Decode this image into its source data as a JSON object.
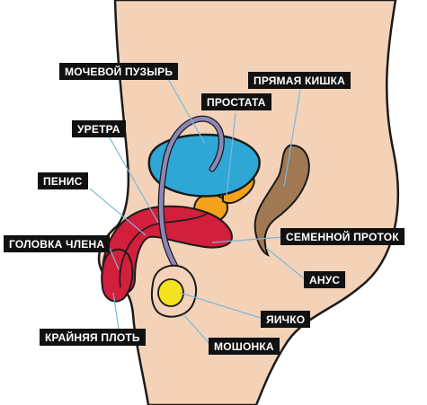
{
  "labels": {
    "bladder": "МОЧЕВОЙ ПУЗЫРЬ",
    "rectum": "ПРЯМАЯ КИШКА",
    "prostate": "ПРОСТАТА",
    "urethra": "УРЕТРА",
    "penis": "ПЕНИС",
    "glans": "ГОЛОВКА ЧЛЕНА",
    "vas_deferens": "СЕМЕННОЙ ПРОТОК",
    "anus": "АНУС",
    "testicle": "ЯИЧКО",
    "scrotum": "МОШОНКА",
    "foreskin": "КРАЙНЯЯ ПЛОТЬ"
  },
  "colors": {
    "skin": "#f3d2b8",
    "outline": "#1a1a1a",
    "bladder": "#2fa7d6",
    "prostate": "#f2a21b",
    "vas": "#8d87b8",
    "erectile": "#d21f3c",
    "rectum": "#a07852",
    "testicle": "#f5e21e",
    "label_bg": "#111111",
    "label_text": "#ffffff"
  }
}
